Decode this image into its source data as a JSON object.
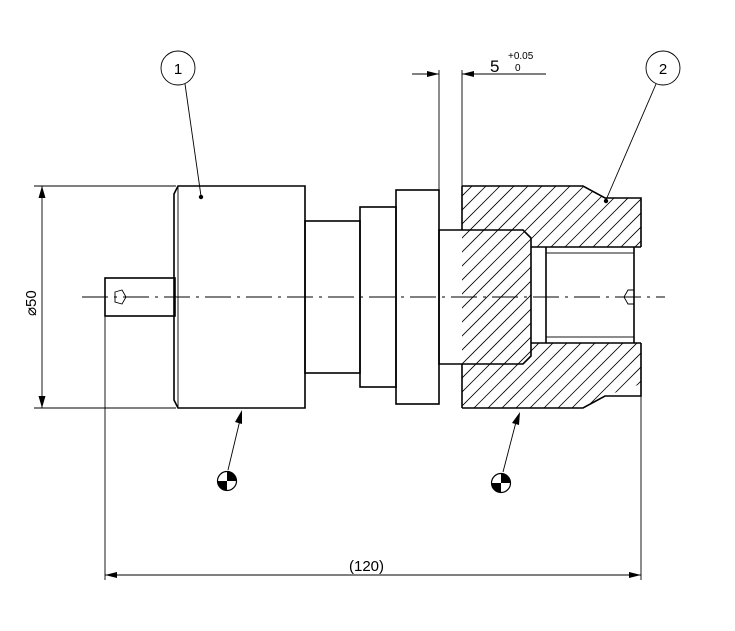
{
  "balloons": [
    {
      "label": "1"
    },
    {
      "label": "2"
    }
  ],
  "dimensions": {
    "diameter": {
      "symbol": "⌀",
      "value": "50"
    },
    "gap": {
      "value": "5",
      "upper_tol": "+0.05",
      "lower_tol": "0"
    },
    "overall": {
      "text": "(120)"
    }
  },
  "symbols": [
    "center-of-gravity-icon",
    "center-of-gravity-icon"
  ]
}
